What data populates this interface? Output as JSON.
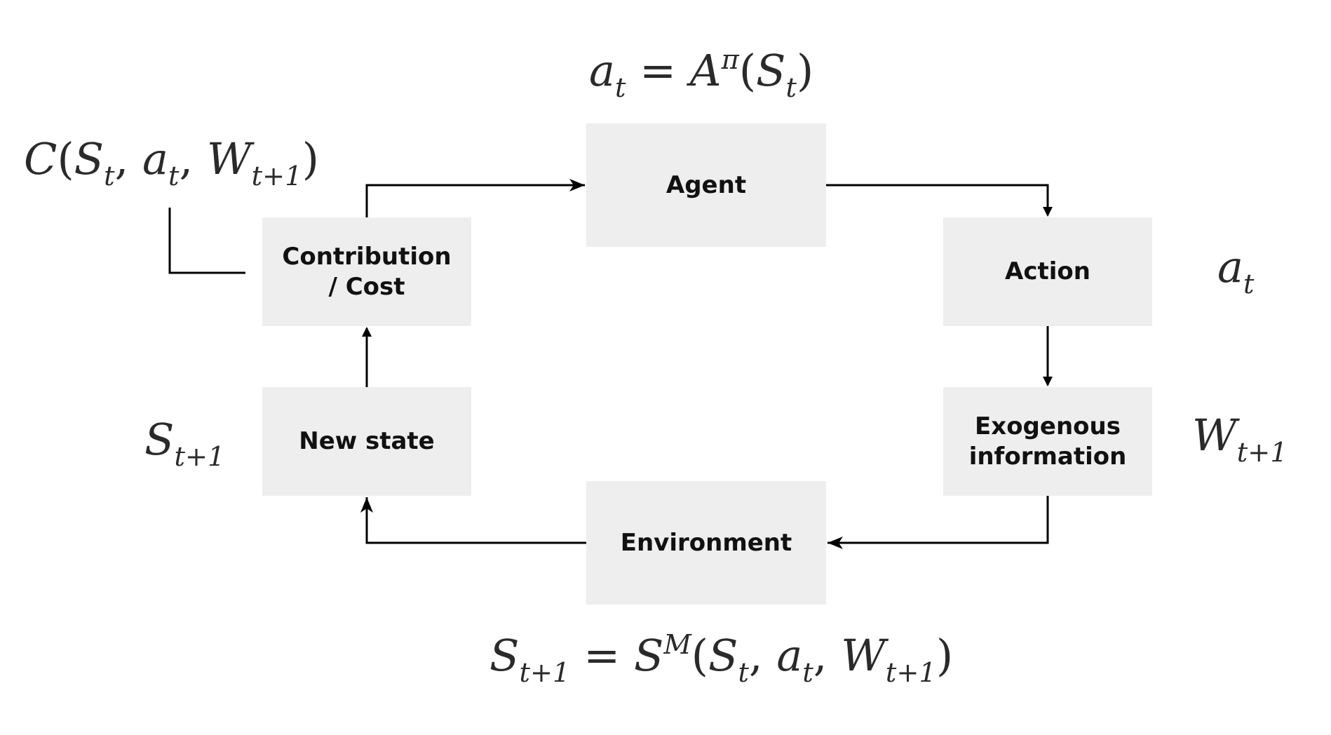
{
  "boxes": {
    "agent": "Agent",
    "action": "Action",
    "exogenous": "Exogenous\ninformation",
    "environment": "Environment",
    "new_state": "New state",
    "contribution": "Contribution\n/ Cost"
  },
  "colors": {
    "box_fill": "#eeeeee",
    "arrow": "#000000",
    "math_text": "#2a2a2a"
  },
  "equations": {
    "policy": {
      "a": "a",
      "t": "t",
      "eq": " = ",
      "A": "A",
      "pi": "π",
      "open": "(",
      "S": "S",
      "t2": "t",
      "close": ")"
    },
    "contribution": {
      "C": "C",
      "open": "(",
      "S": "S",
      "t": "t",
      "comma1": ", ",
      "a": "a",
      "t2": "t",
      "comma2": ", ",
      "W": "W",
      "t1": "t+1",
      "close": ")"
    },
    "action": {
      "a": "a",
      "t": "t"
    },
    "exogenous": {
      "W": "W",
      "t1": "t+1"
    },
    "new_state": {
      "S": "S",
      "t1": "t+1"
    },
    "transition": {
      "S": "S",
      "t1": "t+1",
      "eq": " = ",
      "S2": "S",
      "M": "M",
      "open": "(",
      "S3": "S",
      "t": "t",
      "comma1": ", ",
      "a": "a",
      "t2": "t",
      "comma2": ", ",
      "W": "W",
      "t3": "t+1",
      "close": ")"
    }
  }
}
